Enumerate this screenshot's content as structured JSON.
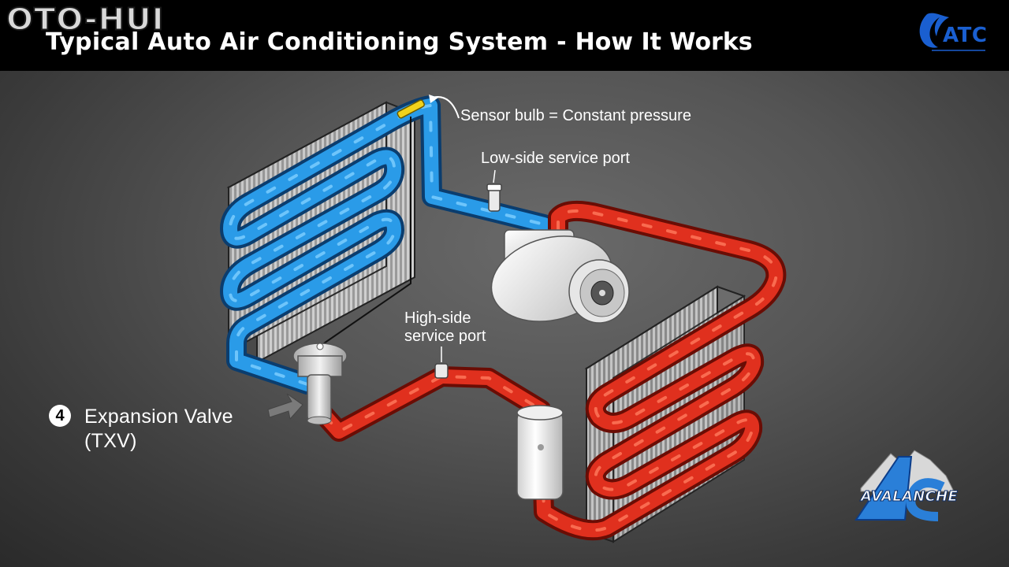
{
  "header": {
    "watermark": "OTO-HUI",
    "title_part1": "Typical Auto Air Conditioning System - ",
    "title_part2": "How It Works",
    "brand_logo": "ATC"
  },
  "labels": {
    "sensor_bulb": "Sensor bulb = Constant pressure",
    "low_side_port": "Low-side service port",
    "high_side_port_line1": "High-side",
    "high_side_port_line2": "service port",
    "step_number": "4",
    "expansion_valve_line1": "Expansion Valve",
    "expansion_valve_line2": "(TXV)"
  },
  "corner_logo": {
    "text": "AVALANCHE",
    "mark": "AC"
  },
  "colors": {
    "low_pressure_line": "#2a9be8",
    "high_pressure_line": "#e0301e",
    "sensor_bulb": "#f0d21c",
    "background": "#4a4a4a",
    "brand_blue": "#1a5fd0"
  }
}
